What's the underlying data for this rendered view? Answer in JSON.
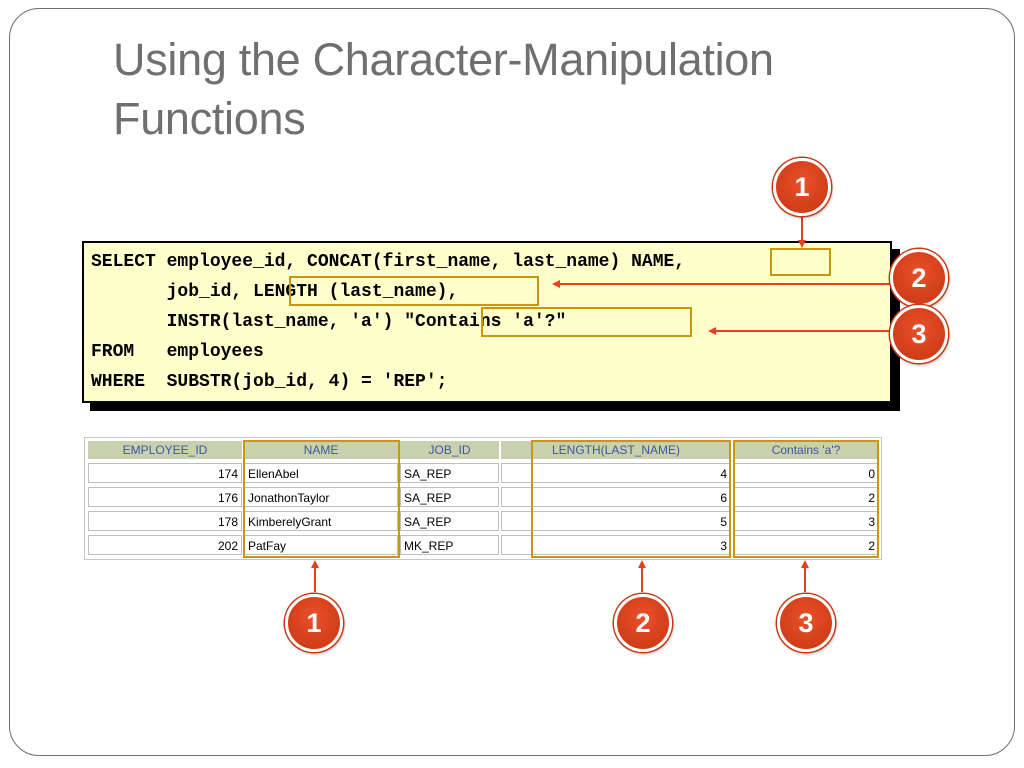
{
  "slide": {
    "title_line1": "Using the Character-Manipulation",
    "title_line2": "Functions"
  },
  "code": {
    "lines": [
      "SELECT employee_id, CONCAT(first_name, last_name) NAME,",
      "       job_id, LENGTH (last_name),",
      "       INSTR(last_name, 'a') \"Contains 'a'?\"",
      "FROM   employees",
      "WHERE  SUBSTR(job_id, 4) = 'REP';"
    ]
  },
  "callouts": {
    "top": [
      "1",
      "2",
      "3"
    ],
    "bottom": [
      "1",
      "2",
      "3"
    ]
  },
  "table": {
    "headers": [
      "EMPLOYEE_ID",
      "NAME",
      "JOB_ID",
      "LENGTH(LAST_NAME)",
      "Contains 'a'?"
    ],
    "rows": [
      [
        "174",
        "EllenAbel",
        "SA_REP",
        "4",
        "0"
      ],
      [
        "176",
        "JonathonTaylor",
        "SA_REP",
        "6",
        "2"
      ],
      [
        "178",
        "KimberelyGrant",
        "SA_REP",
        "5",
        "3"
      ],
      [
        "202",
        "PatFay",
        "MK_REP",
        "3",
        "2"
      ]
    ]
  },
  "colors": {
    "highlight_border": "#c8960f",
    "arrow": "#e8401c",
    "code_background": "#ffffcc",
    "header_background": "#c9d0b0",
    "header_text": "#3a5a9a"
  }
}
